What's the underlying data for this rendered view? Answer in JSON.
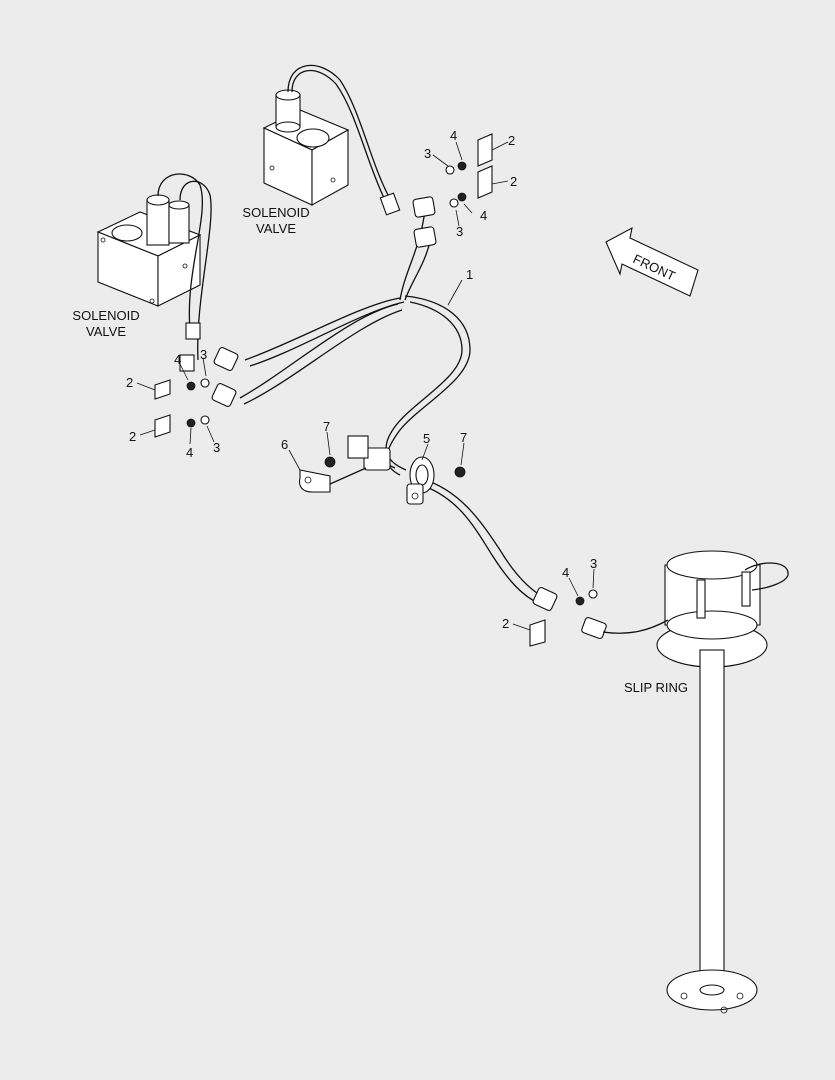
{
  "labels": {
    "solenoid_valve_upper": [
      "SOLENOID",
      "VALVE"
    ],
    "solenoid_valve_left": [
      "SOLENOID",
      "VALVE"
    ],
    "slip_ring": "SLIP RING",
    "front_arrow": "FRONT"
  },
  "callouts": [
    "1",
    "2",
    "3",
    "4",
    "5",
    "6",
    "7"
  ]
}
